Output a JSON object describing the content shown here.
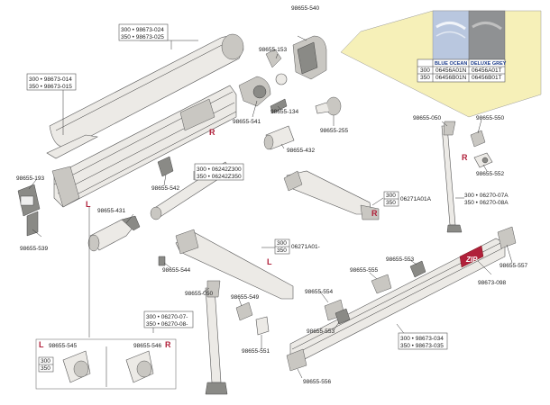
{
  "side_marker_right": "R",
  "side_marker_left": "L",
  "fabric_swatches": {
    "blue_label": "BLUE OCEAN",
    "grey_label": "DELUXE GREY",
    "colors": {
      "blue": "#b9c7df",
      "grey": "#8f9193",
      "fabric": "#f6f0b8"
    },
    "sizes": [
      "300",
      "350"
    ],
    "blue_codes": [
      "06456A01N",
      "06456B01N"
    ],
    "grey_codes": [
      "06456A01T",
      "06456B01T"
    ]
  },
  "brand_mark": "ZIP",
  "labels": {
    "p_98673_024": "300 • 98673-024",
    "p_98673_025": "350 • 98673-025",
    "p_98655_540": "98655-540",
    "p_98655_153": "98655-153",
    "p_98673_014": "300 • 98673-014",
    "p_98673_015": "350 • 98673-015",
    "p_98655_541": "98655-541",
    "p_98655_134": "98655-134",
    "p_98655_255": "98655-255",
    "p_98655_432": "98655-432",
    "p_98655_050_r": "98655-050",
    "p_98655_550": "98655-550",
    "p_98655_552": "98655-552",
    "p_98655_193": "98655-193",
    "p_98655_542": "98655-542",
    "p_06242z300": "300 • 06242Z300",
    "p_06242z350": "350 • 06242Z350",
    "p_06271a01a_300": "300",
    "p_06271a01a_350": "350",
    "p_06271a01a": "06271A01A",
    "p_06270_07a": "300 • 06270-07A",
    "p_06270_08a": "350 • 06270-08A",
    "p_98655_539": "98655-539",
    "p_98655_431": "98655-431",
    "p_06271a01_300": "300",
    "p_06271a01_350": "350",
    "p_06271a01": "06271A01-",
    "p_98655_544": "98655-544",
    "p_98655_553_a": "98655-553",
    "p_98655_555": "98655-555",
    "p_98655_557": "98655-557",
    "p_98673_098": "98673-098",
    "p_98655_050_l": "98655-050",
    "p_98655_549": "98655-549",
    "p_98655_554": "98655-554",
    "p_06270_07": "300 • 06270-07-",
    "p_06270_08": "350 • 06270-08-",
    "p_98655_553_b": "98655-553",
    "p_98673_034": "300 • 98673-034",
    "p_98673_035": "350 • 98673-035",
    "p_98655_551": "98655-551",
    "p_98655_556": "98655-556",
    "p_98655_545": "98655-545",
    "p_98655_546": "98655-546",
    "p_inset_300": "300",
    "p_inset_350": "350"
  }
}
